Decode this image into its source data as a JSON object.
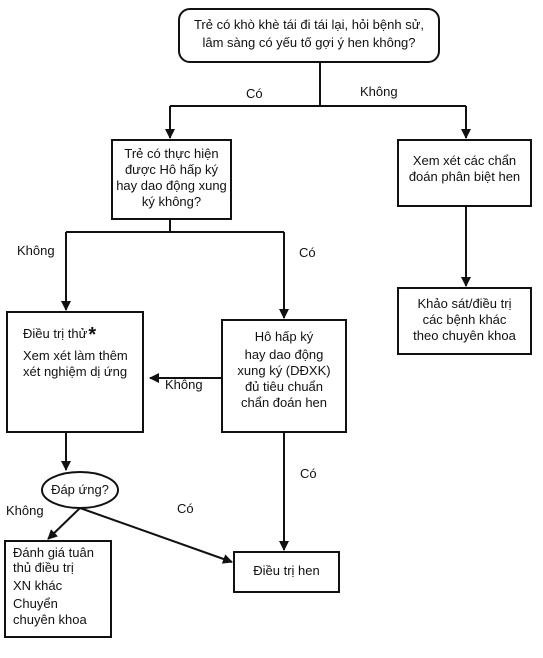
{
  "nodes": {
    "start": {
      "lines": [
        "Trẻ có khò khè tái đi tái lại, hỏi bệnh sử,",
        "lâm sàng có yếu tố gợi ý hen không?"
      ]
    },
    "spirometry": {
      "lines": [
        "Trẻ có thực hiện",
        "được Hô hấp ký",
        "hay dao động xung",
        "ký không?"
      ]
    },
    "differential": {
      "lines": [
        "Xem xét các chẩn",
        "đoán phân biệt hen"
      ]
    },
    "other_specialty": {
      "lines": [
        "Khảo sát/điều trị",
        "các bệnh khác",
        "theo chuyên khoa"
      ]
    },
    "trial": {
      "title": "Điều trị thử",
      "star": "*",
      "lines": [
        "Xem xét làm thêm",
        "xét nghiệm dị ứng"
      ]
    },
    "criteria": {
      "lines": [
        "Hô hấp ký",
        "hay dao động",
        "xung ký (DĐXK)",
        "đủ tiêu chuẩn",
        "chẩn đoán hen"
      ]
    },
    "response": {
      "label": "Đáp ứng?"
    },
    "treat": {
      "label": "Điều trị hen"
    },
    "evaluate": {
      "lines": [
        "Đánh giá tuân",
        "thủ điều trị",
        "XN khác",
        "Chuyển",
        "chuyên khoa"
      ]
    }
  },
  "edges": {
    "start_yes": "Có",
    "start_no": "Không",
    "spiro_no": "Không",
    "spiro_yes": "Có",
    "criteria_no": "Không",
    "criteria_yes": "Có",
    "response_no": "Không",
    "response_yes": "Có"
  }
}
